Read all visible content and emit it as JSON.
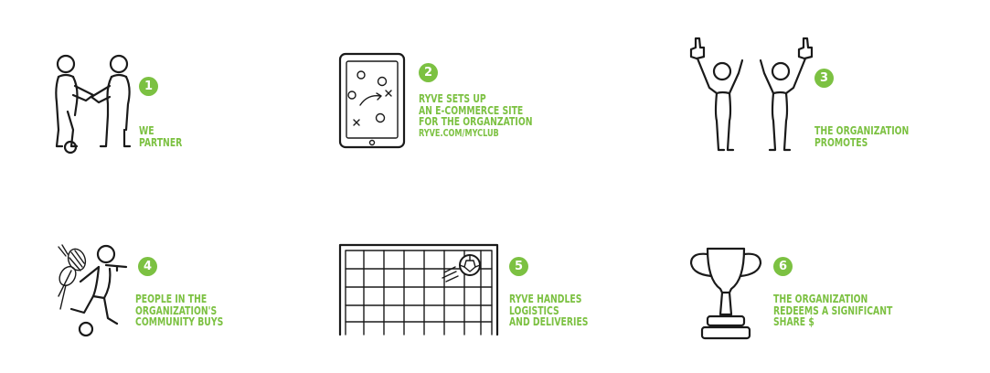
{
  "accent_color": "#7cc142",
  "steps": [
    {
      "number": "1",
      "icon": "handshake-icon",
      "lines": [
        "WE",
        "PARTNER"
      ]
    },
    {
      "number": "2",
      "icon": "tablet-playbook-icon",
      "lines": [
        "RYVE SETS UP",
        "AN E-COMMERCE SITE",
        "FOR THE ORGANZATION"
      ],
      "url": "RYVE.COM/MYCLUB"
    },
    {
      "number": "3",
      "icon": "cheering-fans-icon",
      "lines": [
        "THE ORGANIZATION",
        "PROMOTES"
      ]
    },
    {
      "number": "4",
      "icon": "athlete-equipment-icon",
      "lines": [
        "PEOPLE IN THE",
        "ORGANIZATION'S",
        "COMMUNITY BUYS"
      ]
    },
    {
      "number": "5",
      "icon": "soccer-goal-icon",
      "lines": [
        "RYVE HANDLES",
        "LOGISTICS",
        "AND DELIVERIES"
      ]
    },
    {
      "number": "6",
      "icon": "trophy-icon",
      "lines": [
        "THE ORGANIZATION",
        "REDEEMS A SIGNIFICANT",
        "SHARE $"
      ]
    }
  ]
}
